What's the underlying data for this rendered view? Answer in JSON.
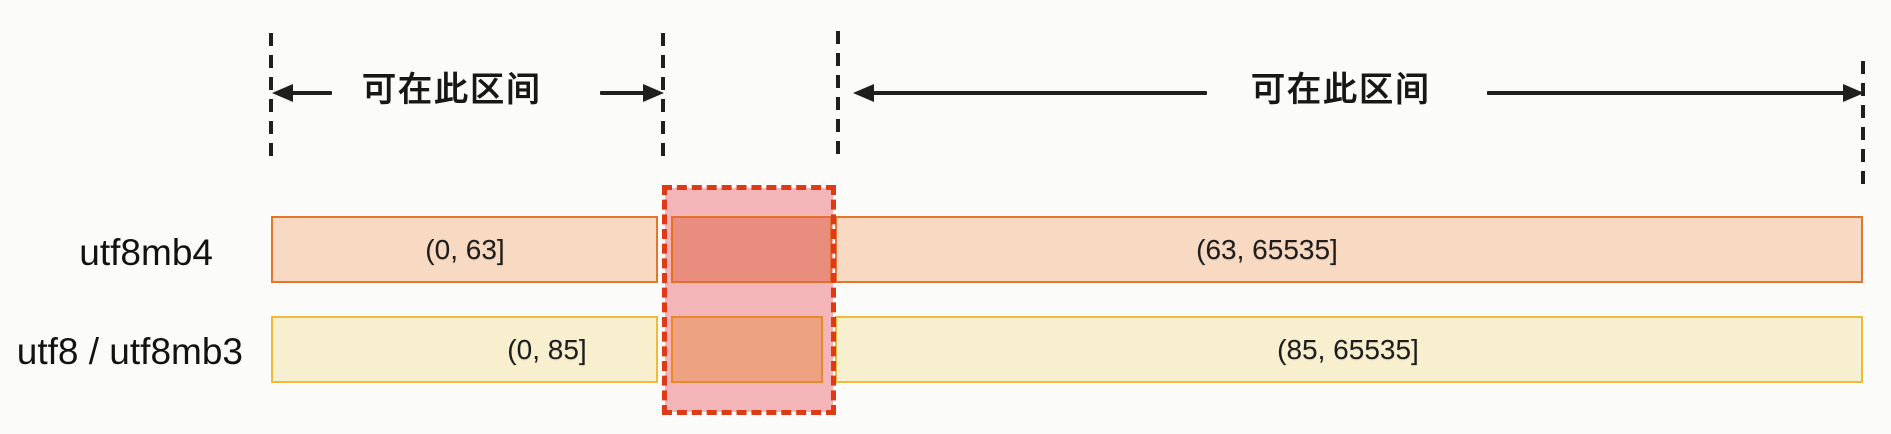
{
  "annotations": {
    "left_range_label": "可在此区间",
    "right_range_label": "可在此区间"
  },
  "rows": [
    {
      "label": "utf8mb4",
      "segment_left": "(0, 63]",
      "segment_right": "(63, 65535]"
    },
    {
      "label": "utf8 / utf8mb3",
      "segment_left": "(0, 85]",
      "segment_right": "(85, 65535]"
    }
  ],
  "colors": {
    "background": "#fbfbfa",
    "utf8mb4_fill": "#f8d9c1",
    "utf8mb4_border": "#e2762e",
    "utf8_fill": "#f8efcf",
    "utf8_border": "#ecba3e",
    "overlap_utf8mb4_fill": "#e98e7e",
    "overlap_utf8_fill": "#eda381",
    "overlap_border": "#e2702b",
    "highlight_fill": "#f3b5b7",
    "highlight_border": "#dd3a15",
    "line_color": "#1f1f1f"
  }
}
